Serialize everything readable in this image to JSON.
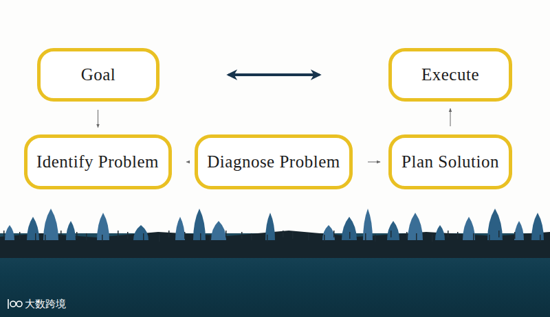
{
  "diagram": {
    "nodes": [
      {
        "text": [
          "Goal"
        ]
      },
      {
        "text": [
          "Identify Problem"
        ]
      },
      {
        "text": [
          "Diagnose Problem"
        ]
      },
      {
        "text": [
          "Plan Solution"
        ]
      },
      {
        "text": [
          "Execute"
        ]
      }
    ],
    "edges": [
      {
        "from": 0,
        "to": 1,
        "arrow": "to"
      },
      {
        "from": 1,
        "to": 2,
        "arrow": "to"
      },
      {
        "from": 2,
        "to": 3,
        "arrow": "to"
      },
      {
        "from": 3,
        "to": 4,
        "arrow": "to"
      },
      {
        "from": 0,
        "to": 4,
        "arrow": "both"
      }
    ],
    "labels": [
      "大数跨境"
    ]
  }
}
